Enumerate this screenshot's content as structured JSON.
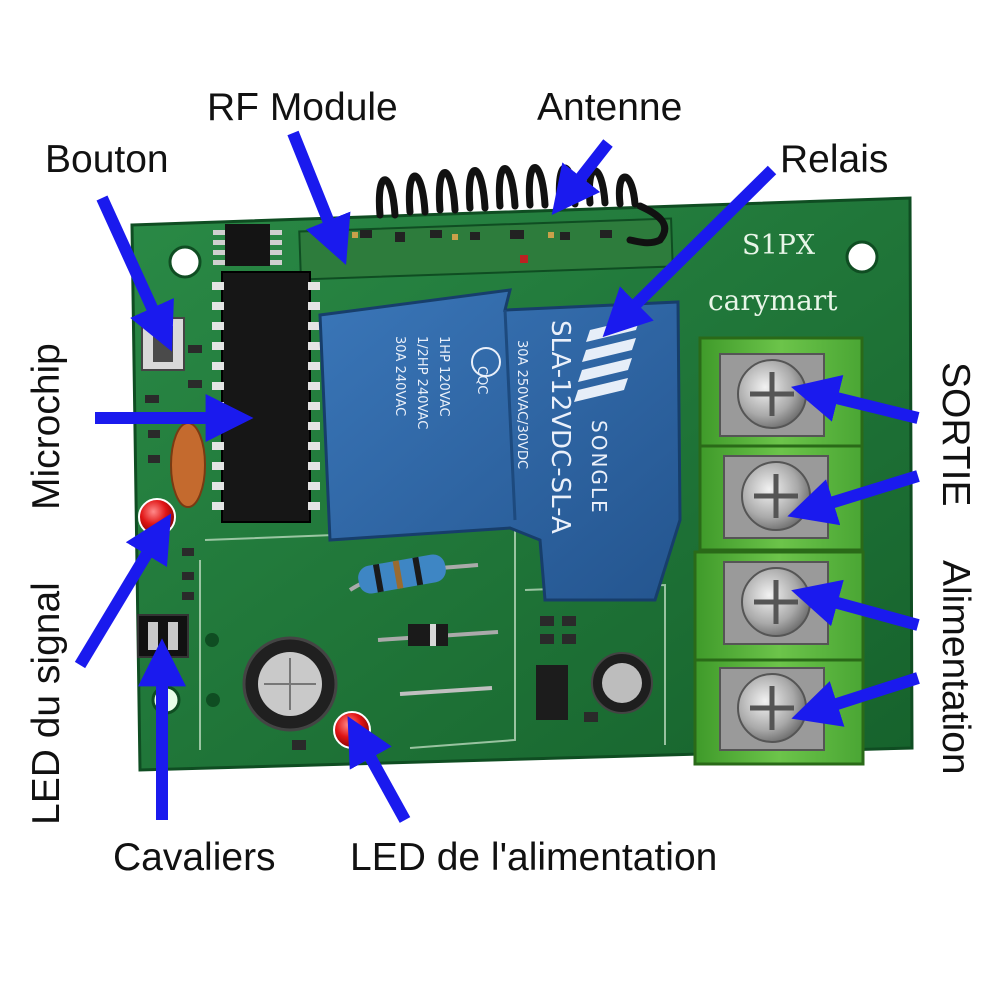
{
  "labels": {
    "rf_module": "RF Module",
    "antenne": "Antenne",
    "bouton": "Bouton",
    "relais": "Relais",
    "microchip": "Microchip",
    "led_signal": "LED du signal",
    "sortie": "SORTIE",
    "alimentation": "Alimentation",
    "cavaliers": "Cavaliers",
    "led_alimentation": "LED de l'alimentation"
  },
  "board": {
    "model": "S1PX",
    "brand": "carymart"
  },
  "relay": {
    "model": "SLA-12VDC-SL-A",
    "brand": "SONGLE",
    "rating_1": "30A  250VAC/30VDC",
    "rating_2": "1HP 120VAC",
    "rating_3": "1/2HP 240VAC",
    "rating_4": "30A  240VAC",
    "cert": "CQC"
  },
  "colors": {
    "arrow": "#1a1aee",
    "pcb": "#1e7a3a",
    "relay": "#2f67a8",
    "terminal": "#5bb53a"
  }
}
